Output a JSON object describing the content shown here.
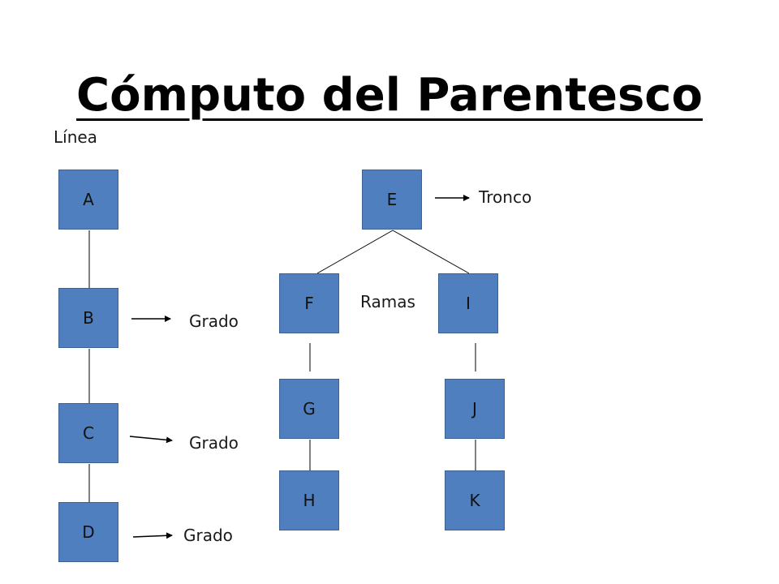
{
  "title": "Cómputo del Parentesco",
  "labels": {
    "linea": "Línea",
    "tronco": "Tronco",
    "ramas": "Ramas",
    "grado_1": "Grado",
    "grado_2": "Grado",
    "grado_3": "Grado"
  },
  "nodes": {
    "a": "A",
    "b": "B",
    "c": "C",
    "d": "D",
    "e": "E",
    "f": "F",
    "g": "G",
    "h": "H",
    "i": "I",
    "j": "J",
    "k": "K"
  },
  "colors": {
    "node_fill": "#4f7fbf",
    "line": "#000000"
  }
}
